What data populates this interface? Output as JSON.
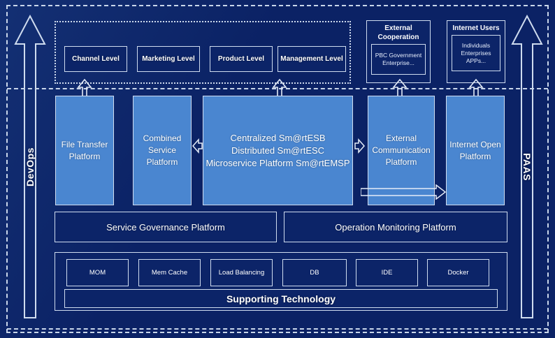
{
  "colors": {
    "background": "#0b2265",
    "panel": "#0c2468",
    "platform_blue": "#4a86d0",
    "stroke": "#cfdcef",
    "text": "#ffffff"
  },
  "side_arrows": {
    "left": {
      "label": "DevOps",
      "direction": "up"
    },
    "right": {
      "label": "PAAS",
      "direction": "up"
    }
  },
  "consumer_layer": {
    "levels": [
      {
        "label": "Channel Level"
      },
      {
        "label": "Marketing Level"
      },
      {
        "label": "Product Level"
      },
      {
        "label": "Management Level"
      }
    ]
  },
  "external_actors": [
    {
      "title": "External Cooperation",
      "detail": "PBC Government Enterprise..."
    },
    {
      "title": "Internet Users",
      "detail": "Individuals Enterprises APPs..."
    }
  ],
  "platforms": [
    {
      "label": "File Transfer Platform"
    },
    {
      "label": "Combined Service Platform"
    },
    {
      "label": "Centralized Sm@rtESB\nDistributed Sm@rtESC\nMicroservice Platform Sm@rtEMSP"
    },
    {
      "label": "External Communication Platform"
    },
    {
      "label": "Internet Open Platform"
    }
  ],
  "management_row": [
    {
      "label": "Service Governance Platform"
    },
    {
      "label": "Operation Monitoring Platform"
    }
  ],
  "supporting_technology": {
    "title": "Supporting Technology",
    "items": [
      {
        "label": "MOM"
      },
      {
        "label": "Mem Cache"
      },
      {
        "label": "Load Balancing"
      },
      {
        "label": "DB"
      },
      {
        "label": "IDE"
      },
      {
        "label": "Docker"
      }
    ]
  }
}
